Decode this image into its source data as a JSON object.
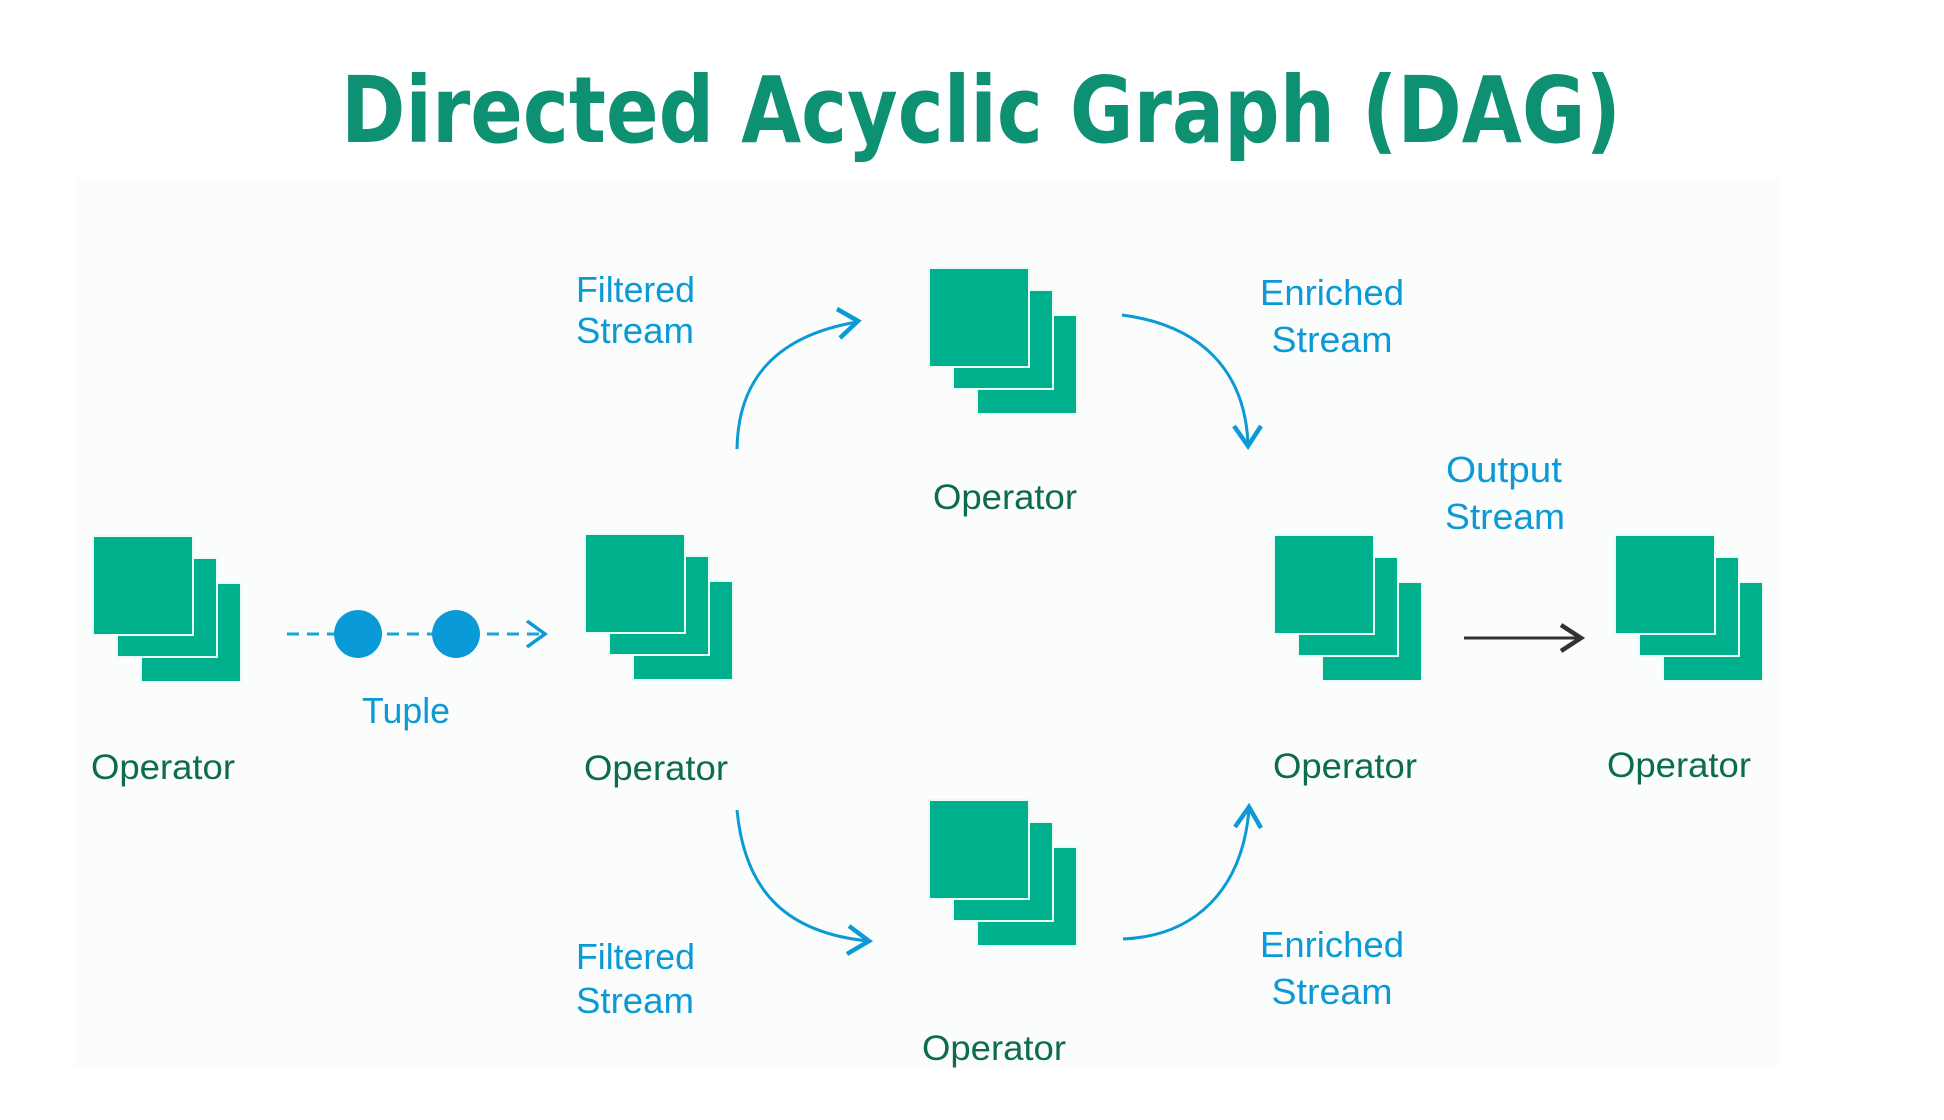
{
  "title": "Directed Acyclic Graph (DAG)",
  "colors": {
    "title": "#0e9073",
    "operator_fill": "#00b08c",
    "operator_label": "#0d6b4f",
    "stream": "#0b9ad6",
    "output_arrow": "#333333",
    "panel_background": "#fbfcfc"
  },
  "nodes": [
    {
      "id": "source",
      "label": "Operator"
    },
    {
      "id": "splitter",
      "label": "Operator"
    },
    {
      "id": "upper",
      "label": "Operator"
    },
    {
      "id": "merger",
      "label": "Operator"
    },
    {
      "id": "sink",
      "label": "Operator"
    },
    {
      "id": "lower",
      "label": "Operator"
    }
  ],
  "edges": [
    {
      "from": "source",
      "to": "splitter",
      "label": "Tuple",
      "style": "dashed-with-tuples",
      "tuple_count": 2
    },
    {
      "from": "splitter",
      "to": "upper",
      "label_lines": [
        "Filtered",
        "Stream"
      ]
    },
    {
      "from": "upper",
      "to": "merger",
      "label_lines": [
        "Enriched",
        "Stream"
      ]
    },
    {
      "from": "splitter",
      "to": "lower",
      "label_lines": [
        "Filtered",
        "Stream"
      ]
    },
    {
      "from": "lower",
      "to": "merger",
      "label_lines": [
        "Enriched",
        "Stream"
      ]
    },
    {
      "from": "merger",
      "to": "sink",
      "label_lines": [
        "Output",
        "Stream"
      ]
    }
  ]
}
